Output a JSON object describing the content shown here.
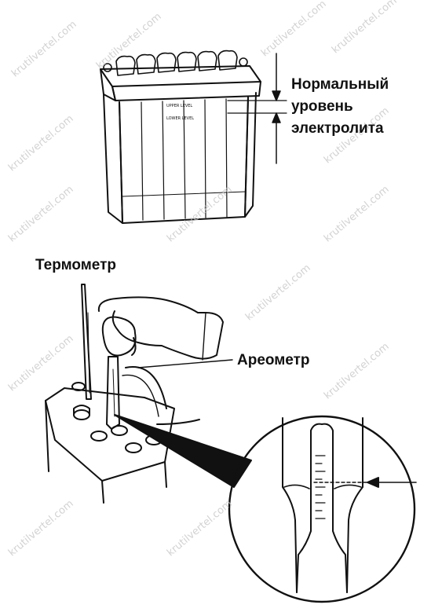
{
  "labels": {
    "level_line1": "Нормальный",
    "level_line2": "уровень",
    "level_line3": "электролита",
    "thermometer": "Термометр",
    "hydrometer": "Ареометр"
  },
  "battery_marks": {
    "upper": "UPPER LEVEL",
    "lower": "LOWER LEVEL"
  },
  "watermark": "krutilvertel.com",
  "colors": {
    "ink": "#111111",
    "paper": "#ffffff",
    "watermark": "#c8c8c8"
  }
}
